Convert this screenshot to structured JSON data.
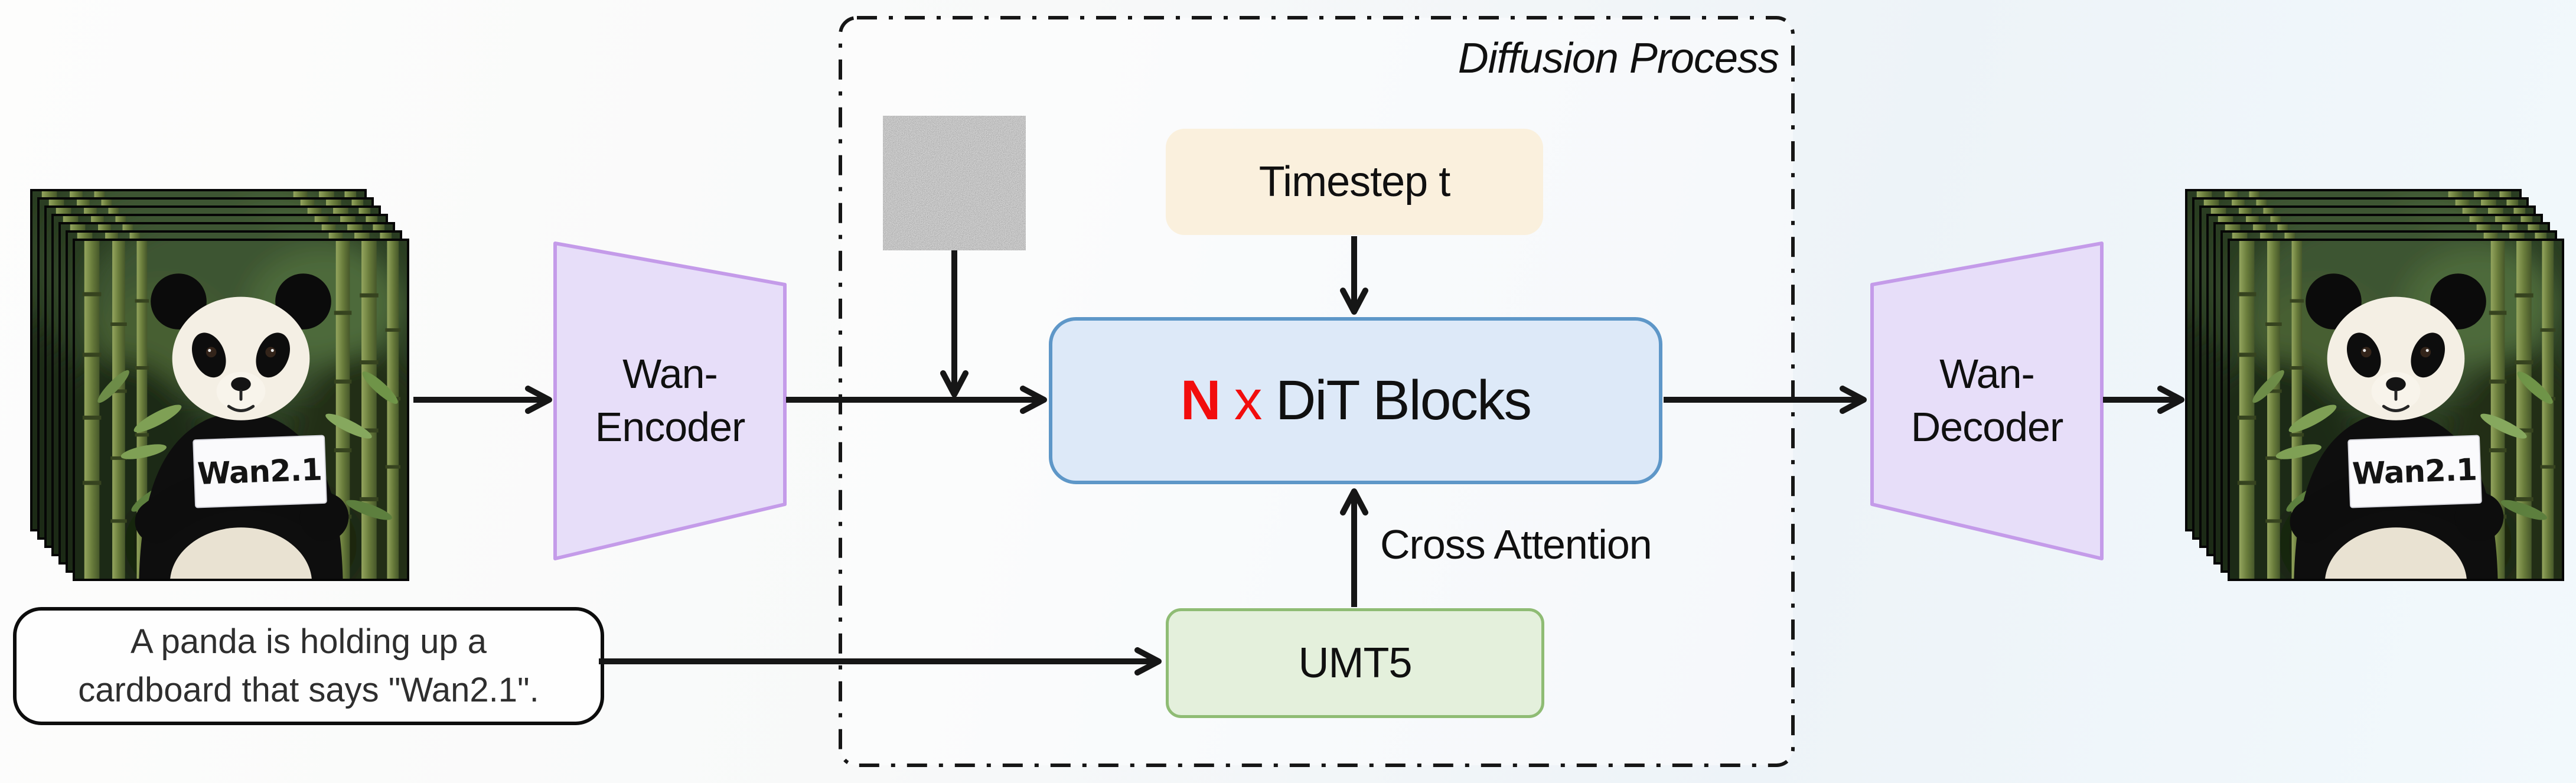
{
  "title": {
    "label": "Diffusion Process"
  },
  "input_video": {
    "frame_count": 7,
    "sign_text": "Wan2.1"
  },
  "output_video": {
    "frame_count": 7,
    "sign_text": "Wan2.1"
  },
  "encoder": {
    "line1": "Wan-",
    "line2": "Encoder"
  },
  "decoder": {
    "line1": "Wan-",
    "line2": "Decoder"
  },
  "dit": {
    "count": "N",
    "times": " x ",
    "label": "DiT Blocks",
    "count_color": "#f20d0d"
  },
  "timestep": {
    "label": "Timestep t"
  },
  "umt5": {
    "label": "UMT5"
  },
  "cross_attention": {
    "label": "Cross Attention"
  },
  "prompt": {
    "line1": "A panda is holding up a",
    "line2": "cardboard that says \"Wan2.1\"."
  },
  "icons": {
    "noise": "gaussian-noise-patch",
    "video_frames": "stacked-video-frames"
  },
  "colors": {
    "dit_fill": "#dde9f8",
    "dit_border": "#5e97c8",
    "timestep_fill": "#faf0dd",
    "umt5_fill": "#e4f0dc",
    "umt5_border": "#8fbc74",
    "vae_fill": "#e7def9",
    "vae_border": "#c49be9",
    "line": "#161616",
    "dit_count": "#f20d0d"
  }
}
